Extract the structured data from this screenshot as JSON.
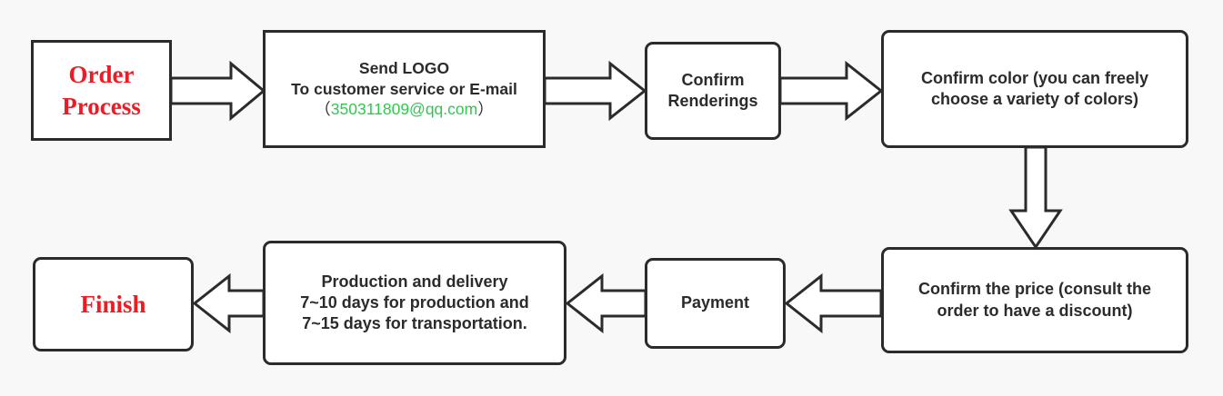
{
  "diagram": {
    "title": "Order Process Flowchart",
    "background_color": "#f8f8f8",
    "accent_red": "#ed1c24",
    "accent_green": "#2fc84f",
    "line_color": "#2b2b2b",
    "nodes": {
      "order_process": {
        "line1": "Order",
        "line2": "Process"
      },
      "send_logo": {
        "line1": "Send LOGO",
        "line2": "To customer service or E-mail",
        "paren_open": "（",
        "email": "350311809@qq.com",
        "paren_close": "）"
      },
      "confirm_renderings": {
        "line1": "Confirm",
        "line2": "Renderings"
      },
      "confirm_color": {
        "line1": "Confirm color (you can freely",
        "line2": "choose a variety of colors)"
      },
      "confirm_price": {
        "line1": "Confirm the price (consult the",
        "line2": "order to have a discount)"
      },
      "payment": {
        "line1": "Payment"
      },
      "production_delivery": {
        "line1": "Production and delivery",
        "line2": "7~10 days for production and",
        "line3": "7~15 days for transportation."
      },
      "finish": {
        "line1": "Finish"
      }
    },
    "arrows": [
      {
        "name": "order-to-sendlogo",
        "direction": "right"
      },
      {
        "name": "sendlogo-to-render",
        "direction": "right"
      },
      {
        "name": "render-to-color",
        "direction": "right"
      },
      {
        "name": "color-to-price",
        "direction": "down"
      },
      {
        "name": "price-to-payment",
        "direction": "left"
      },
      {
        "name": "payment-to-prod",
        "direction": "left"
      },
      {
        "name": "prod-to-finish",
        "direction": "left"
      }
    ]
  }
}
